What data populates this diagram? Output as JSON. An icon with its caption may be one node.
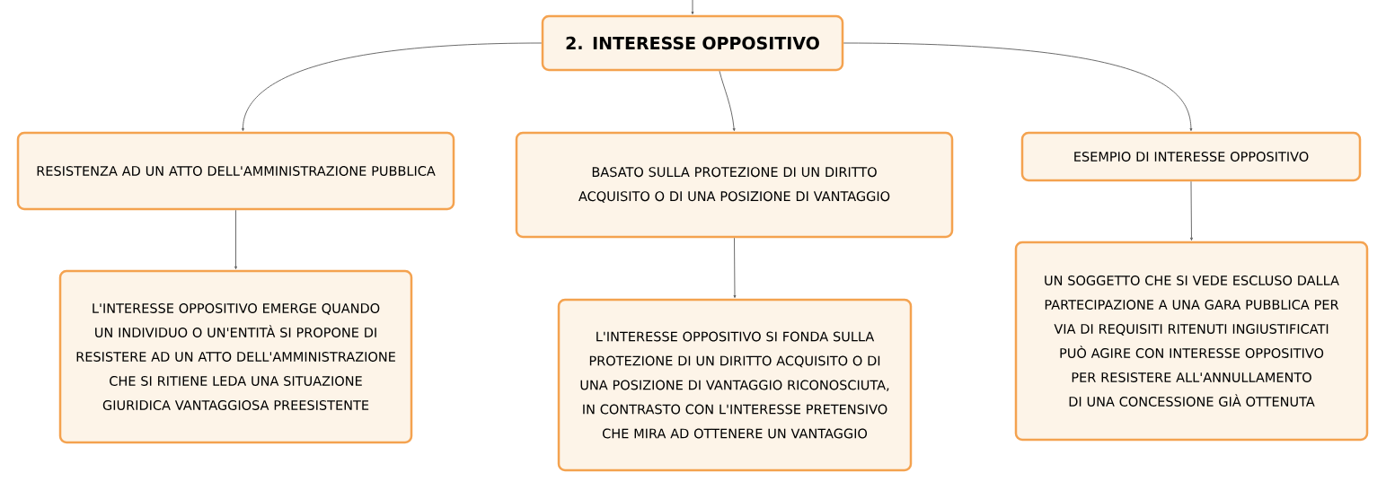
{
  "diagram": {
    "nodes": [
      {
        "text": [
          "2. INTERESSE OPPOSITIVO"
        ]
      },
      {
        "text": [
          "RESISTENZA AD UN ATTO DELL'AMMINISTRAZIONE PUBBLICA"
        ]
      },
      {
        "text": [
          "BASATO SULLA PROTEZIONE DI UN DIRITTO ACQUISITO O DI UNA POSIZIONE DI VANTAGGIO"
        ]
      },
      {
        "text": [
          "ESEMPIO DI INTERESSE OPPOSITIVO"
        ]
      },
      {
        "text": [
          "L'INTERESSE OPPOSITIVO EMERGE QUANDO UN INDIVIDUO O UN'ENTITÀ SI PROPONE DI RESISTERE AD UN ATTO DELL'AMMINISTRAZIONE CHE SI RITIENE LEDA UNA SITUAZIONE GIURIDICA VANTAGGIOSA PREESISTENTE"
        ]
      },
      {
        "text": [
          "L'INTERESSE OPPOSITIVO SI FONDA SULLA PROTEZIONE DI UN DIRITTO ACQUISITO O DI UNA POSIZIONE DI VANTAGGIO RICONOSCIUTA, IN CONTRASTO CON L'INTERESSE PRETENSIVO CHE MIRA AD OTTENERE UN VANTAGGIO"
        ]
      },
      {
        "text": [
          "UN SOGGETTO CHE SI VEDE ESCLUSO DALLA PARTECIPAZIONE A UNA GARA PUBBLICA PER VIA DI REQUISITI RITENUTI INGIUSTIFICATI PUÒ AGIRE CON INTERESSE OPPOSITIVO PER RESISTERE ALL'ANNULLAMENTO DI UNA CONCESSIONE GIÀ OTTENUTA"
        ]
      }
    ],
    "edges": [
      {
        "from": null,
        "to": 0,
        "arrow": "to"
      },
      {
        "from": 0,
        "to": 1,
        "arrow": "to"
      },
      {
        "from": 0,
        "to": 2,
        "arrow": "to"
      },
      {
        "from": 0,
        "to": 3,
        "arrow": "to"
      },
      {
        "from": 1,
        "to": 4,
        "arrow": "to"
      },
      {
        "from": 2,
        "to": 5,
        "arrow": "to"
      },
      {
        "from": 3,
        "to": 6,
        "arrow": "to"
      }
    ]
  }
}
